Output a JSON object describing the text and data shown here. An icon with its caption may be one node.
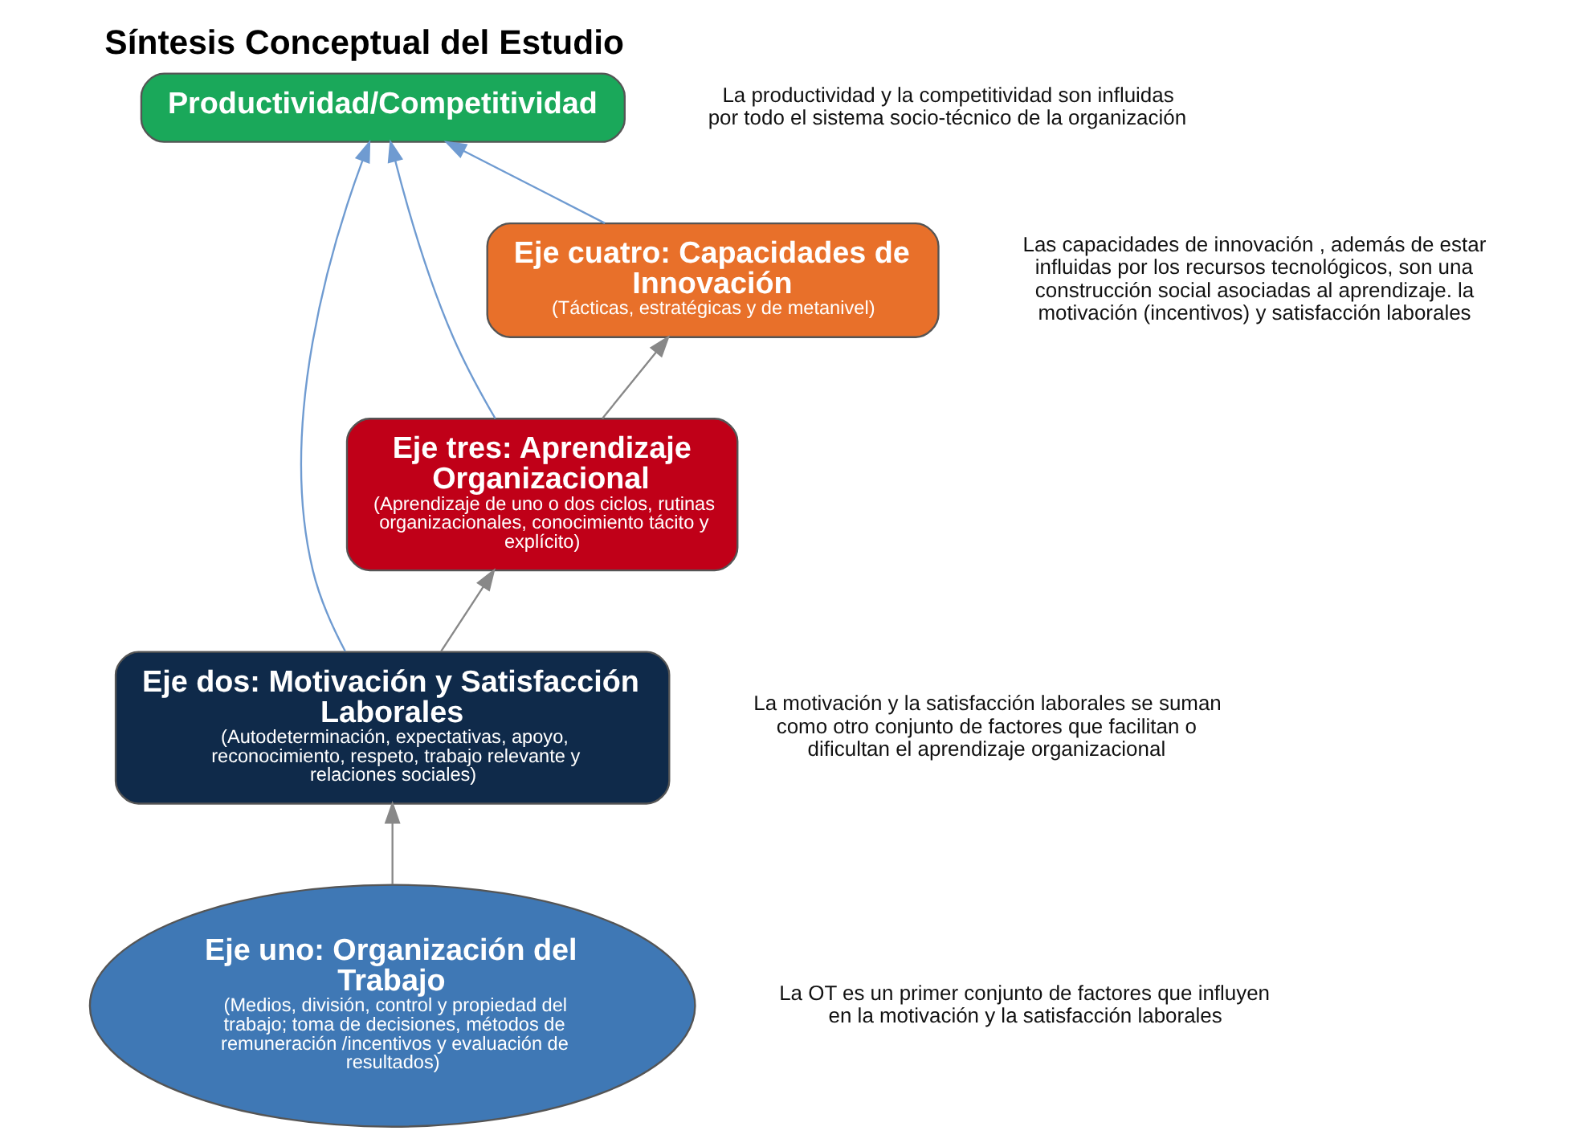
{
  "diagram": {
    "title": "Síntesis Conceptual del Estudio",
    "nodes": [
      {
        "text": [
          "Productividad/Competitividad"
        ]
      },
      {
        "text": [
          "Eje cuatro: Capacidades de Innovación",
          "(Tácticas, estratégicas y de metanivel)"
        ]
      },
      {
        "text": [
          "Eje uno: Organización del Trabajo",
          "(Medios, división, control y propiedad del trabajo; toma de decisiones, métodos de remuneración /incentivos y evaluación de resultados)"
        ]
      },
      {
        "text": [
          "Eje tres: Aprendizaje Organizacional",
          "(Aprendizaje de uno o dos ciclos, rutinas organizacionales, conocimiento tácito y explícito)"
        ]
      },
      {
        "text": [
          "Eje dos: Motivación y Satisfacción Laborales",
          "(Autodeterminación, expectativas, apoyo, reconocimiento, respeto, trabajo relevante y relaciones sociales)"
        ]
      }
    ],
    "edges": [
      {
        "from": 1,
        "to": 0,
        "arrow": "to",
        "color": "#6f9bd1"
      },
      {
        "from": 4,
        "to": 0,
        "arrow": "to",
        "color": "#6f9bd1"
      },
      {
        "from": 3,
        "to": 0,
        "arrow": "to",
        "color": "#6f9bd1"
      },
      {
        "from": 3,
        "to": 1,
        "arrow": "to"
      },
      {
        "from": 2,
        "to": 4,
        "arrow": "to"
      },
      {
        "from": 4,
        "to": 3,
        "arrow": "to"
      }
    ],
    "labels": [
      "La productividad y la competitividad son influidas por todo el sistema socio-técnico de la organización",
      "Las capacidades de innovación , además de estar influidas por los recursos tecnológicos, son una construcción social asociadas al aprendizaje. la motivación (incentivos) y satisfacción laborales",
      "La OT es un primer conjunto de factores que influyen en la motivación y la satisfacción laborales",
      "La motivación y la satisfacción laborales se suman como otro conjunto de factores que facilitan o dificultan el aprendizaje organizacional"
    ]
  }
}
